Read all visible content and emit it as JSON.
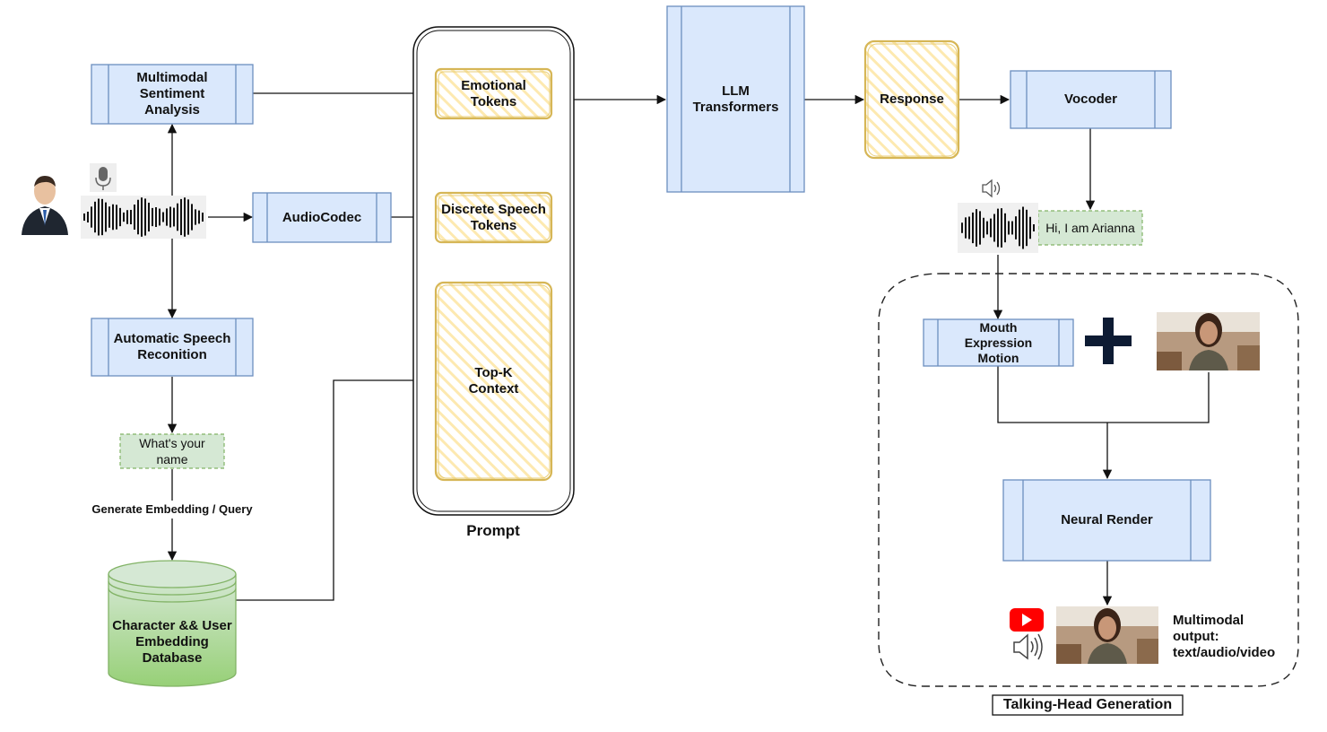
{
  "colors": {
    "process_fill": "#dae8fc",
    "process_stroke": "#6c8ebf",
    "token_fill": "#fff2cc",
    "token_stroke": "#d6b656",
    "note_fill": "#d5e8d4",
    "note_stroke": "#82b366",
    "db_top": "#d5e8d4",
    "db_bottom": "#97d077",
    "youtube_red": "#ff0000",
    "plus_navy": "#0d1b33"
  },
  "icons": [
    "person-avatar-icon",
    "microphone-icon",
    "waveform-icon",
    "speaker-icon",
    "youtube-icon",
    "plus-icon",
    "face-photo"
  ],
  "nodes": {
    "sentiment": "Multimodal\nSentiment\nAnalysis",
    "audiocodec": "AudioCodec",
    "asr": "Automatic Speech\nReconition",
    "query_note": "What's your\nname",
    "embed_label": "Generate Embedding / Query",
    "database": "Character && User\nEmbedding\nDatabase",
    "emotional_tokens": "Emotional\nTokens",
    "speech_tokens": "Discrete Speech\nTokens",
    "topk": "Top-K\nContext",
    "prompt_label": "Prompt",
    "llm": "LLM\nTransformers",
    "response": "Response",
    "vocoder": "Vocoder",
    "reply_note": "Hi, I am Arianna",
    "mouth": "Mouth\nExpression\nMotion",
    "neural_render": "Neural Render",
    "output_label": "Multimodal\noutput:\ntext/audio/video",
    "section_title": "Talking-Head Generation"
  }
}
